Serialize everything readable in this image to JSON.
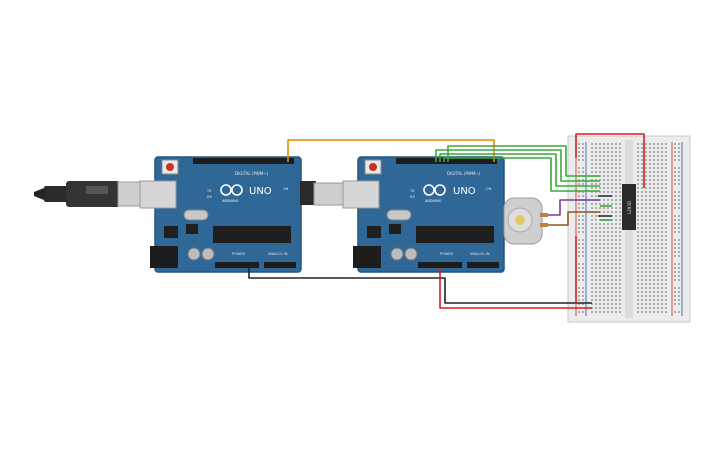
{
  "boards": [
    {
      "brand": "UNO",
      "maker": "ARDUINO",
      "digital_label": "DIGITAL (PWM~)",
      "power_label": "POWER",
      "analog_label": "ANALOG IN",
      "tx_label": "TX",
      "rx_label": "RX",
      "l_label": "L",
      "on_label": "ON"
    },
    {
      "brand": "UNO",
      "maker": "ARDUINO",
      "digital_label": "DIGITAL (PWM~)",
      "power_label": "POWER",
      "analog_label": "ANALOG IN",
      "tx_label": "TX",
      "rx_label": "RX",
      "l_label": "L",
      "on_label": "ON"
    }
  ],
  "chip": {
    "label": "L293D"
  },
  "colors": {
    "board": "#2f6797",
    "board_edge": "#24557f",
    "wire_orange": "#e08a00",
    "wire_green": "#3aa83a",
    "wire_red": "#d42020",
    "wire_black": "#222222",
    "wire_purple": "#7a3aa0",
    "wire_brown": "#8a5a20",
    "breadboard": "#ececec"
  },
  "icons": [
    "usb-cable-icon",
    "dc-motor-icon",
    "reset-button-icon"
  ]
}
